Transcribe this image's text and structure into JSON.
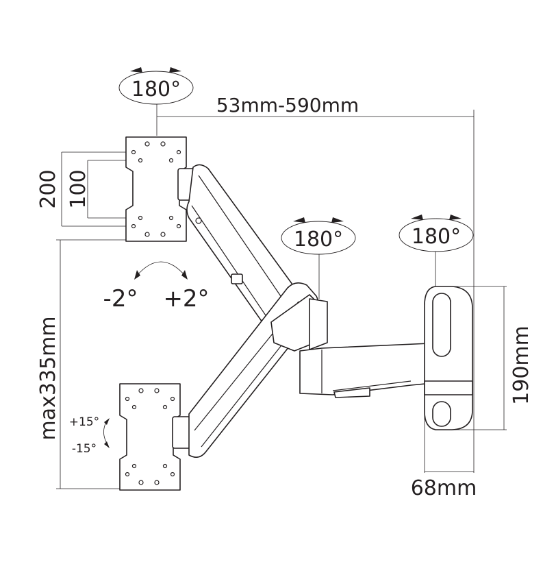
{
  "diagram": {
    "rotation_labels": {
      "top_plate": "180°",
      "middle_joint": "180°",
      "wall_joint": "180°"
    },
    "tilt_labels": {
      "minus": "-2°",
      "plus": "+2°"
    },
    "swivel_labels": {
      "plus": "+15°",
      "minus": "-15°"
    },
    "dimensions": {
      "extension": "53mm-590mm",
      "vesa_outer": "200",
      "vesa_inner": "100",
      "height_travel": "max335mm",
      "wall_plate_height": "190mm",
      "wall_plate_depth": "68mm"
    },
    "colors": {
      "ink": "#231f20",
      "background": "#ffffff"
    }
  }
}
